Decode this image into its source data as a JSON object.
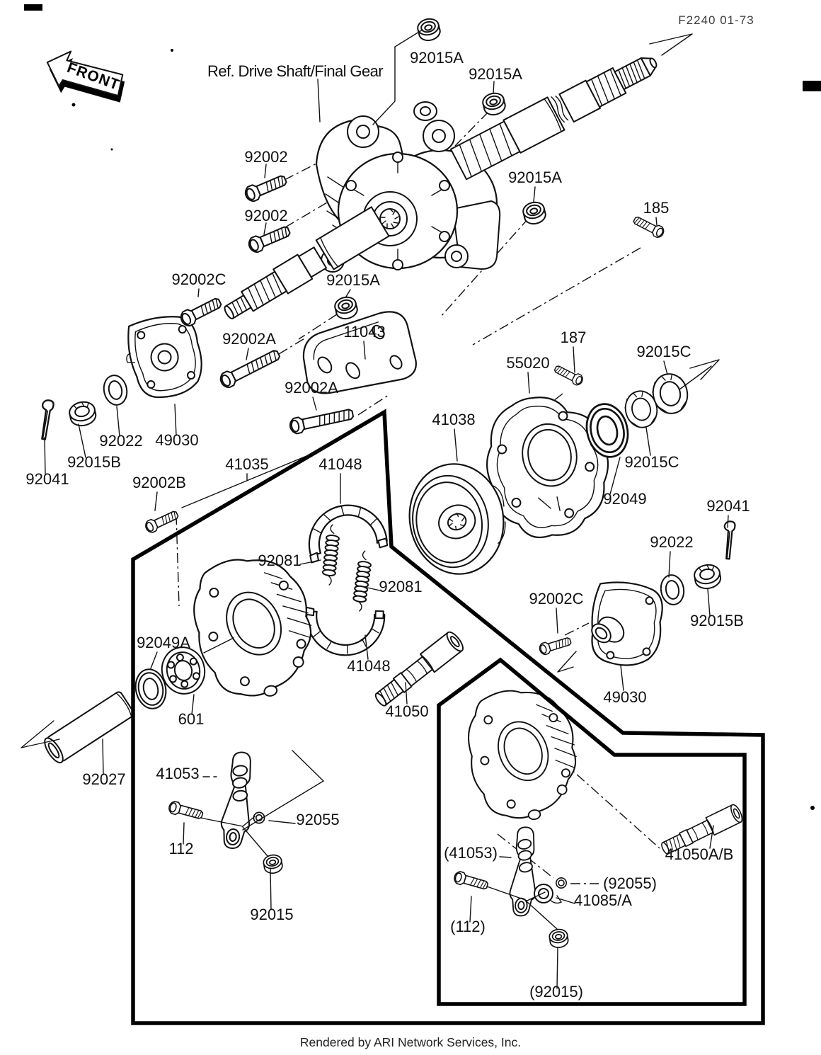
{
  "doc": {
    "sheet_code": "F2240 01-73",
    "front_label": "FRONT",
    "ref_label": "Ref. Drive Shaft/Final Gear",
    "footer": "Rendered by ARI Network Services, Inc."
  },
  "colors": {
    "ink": "#111111",
    "paper": "#ffffff",
    "outline": "#000000"
  },
  "part_labels": [
    {
      "text": "92015A"
    },
    {
      "text": "92015A"
    },
    {
      "text": "92002"
    },
    {
      "text": "92002"
    },
    {
      "text": "92015A"
    },
    {
      "text": "185"
    },
    {
      "text": "92002C"
    },
    {
      "text": "92015A"
    },
    {
      "text": "92002A"
    },
    {
      "text": "11043"
    },
    {
      "text": "92002A"
    },
    {
      "text": "187"
    },
    {
      "text": "92015C"
    },
    {
      "text": "55020"
    },
    {
      "text": "41038"
    },
    {
      "text": "92015C"
    },
    {
      "text": "92049"
    },
    {
      "text": "92022"
    },
    {
      "text": "49030"
    },
    {
      "text": "92015B"
    },
    {
      "text": "92041"
    },
    {
      "text": "92002B"
    },
    {
      "text": "41035"
    },
    {
      "text": "41048"
    },
    {
      "text": "92081"
    },
    {
      "text": "92081"
    },
    {
      "text": "92049A"
    },
    {
      "text": "601"
    },
    {
      "text": "41050"
    },
    {
      "text": "41048"
    },
    {
      "text": "92027"
    },
    {
      "text": "41053"
    },
    {
      "text": "92055"
    },
    {
      "text": "112"
    },
    {
      "text": "92015"
    },
    {
      "text": "92002C"
    },
    {
      "text": "92022"
    },
    {
      "text": "92041"
    },
    {
      "text": "92015B"
    },
    {
      "text": "49030"
    },
    {
      "text": "(41053)"
    },
    {
      "text": "(92055)"
    },
    {
      "text": "41085/A"
    },
    {
      "text": "(112)"
    },
    {
      "text": "41050A/B"
    },
    {
      "text": "(92015)"
    }
  ]
}
